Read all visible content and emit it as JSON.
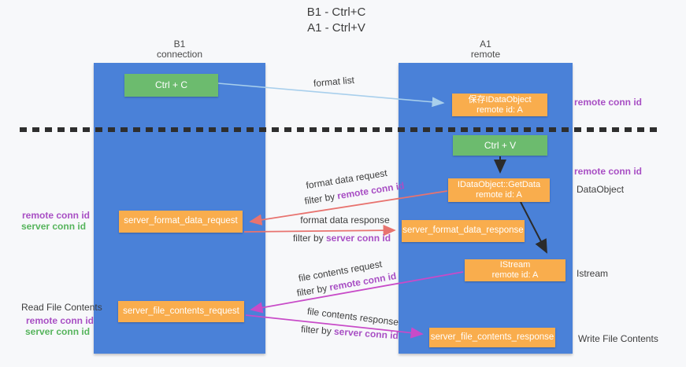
{
  "title": {
    "line1": "B1 - Ctrl+C",
    "line2": "A1 - Ctrl+V"
  },
  "lanes": {
    "left": {
      "name": "B1",
      "subtitle": "connection"
    },
    "right": {
      "name": "A1",
      "subtitle": "remote"
    }
  },
  "boxes": {
    "ctrl_c": "Ctrl + C",
    "ctrl_v": "Ctrl + V",
    "save_idataobject": {
      "line1": "保存IDataObject",
      "line2": "remote id: A"
    },
    "getdata": {
      "line1": "IDataObject::GetData",
      "line2": "remote id: A"
    },
    "istream": {
      "line1": "IStream",
      "line2": "remote id: A"
    },
    "server_format_data_request": "server_format_data_request",
    "server_format_data_response": "server_format_data_response",
    "server_file_contents_request": "server_file_contents_request",
    "server_file_contents_response": "server_file_contents_response"
  },
  "arrow_labels": {
    "format_list": "format list",
    "format_data_request": "format data request",
    "format_data_response": "format data response",
    "file_contents_request": "file contents request",
    "file_contents_response": "file contents response",
    "filter_by": "filter by",
    "remote_conn_id": "remote conn id",
    "server_conn_id": "server conn id"
  },
  "side_labels": {
    "remote_conn_id": "remote conn id",
    "server_conn_id": "server conn id",
    "dataobject": "DataObject",
    "istream": "Istream",
    "read_file_contents": "Read File Contents",
    "write_file_contents": "Write File Contents"
  },
  "colors": {
    "bg": "#f7f8fa",
    "lane_blue": "#4a81d8",
    "box_green": "#6cbb6e",
    "box_orange": "#f9ad4d",
    "arrow_blue": "#a8cfec",
    "arrow_salmon": "#e8736f",
    "arrow_magenta": "#c84bc8",
    "arrow_black": "#2b2b2b",
    "dash_black": "#2e2e2e",
    "text_dark": "#3d3d3d",
    "text_purple": "#a84fc4",
    "text_green": "#56b45c"
  }
}
